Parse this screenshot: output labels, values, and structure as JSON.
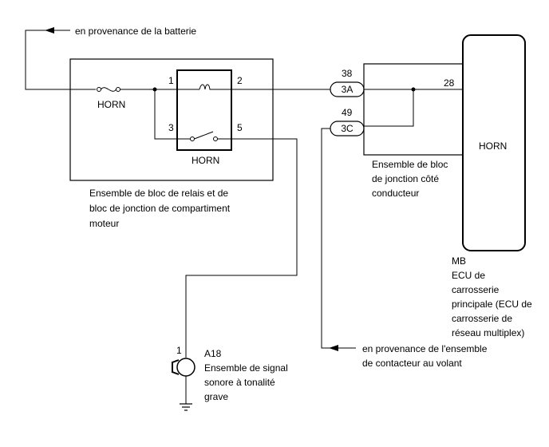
{
  "battery_label": "en provenance de la batterie",
  "fuse_label": "HORN",
  "relay_label": "HORN",
  "relay_pins": {
    "p1": "1",
    "p2": "2",
    "p3": "3",
    "p5": "5"
  },
  "engine_block_lines": [
    "Ensemble de bloc de relais et de",
    "bloc de jonction de compartiment",
    "moteur"
  ],
  "connector_3a": {
    "pin": "38",
    "name": "3A"
  },
  "connector_3c": {
    "pin": "49",
    "name": "3C"
  },
  "driver_block_lines": [
    "Ensemble de bloc",
    "de jonction côté",
    "conducteur"
  ],
  "ecu_pin": "28",
  "ecu_label": "HORN",
  "ecu_desc_lines": [
    "MB",
    "ECU de",
    "carrosserie",
    "principale (ECU de",
    "carrosserie de",
    "réseau multiplex)"
  ],
  "switch_lines": [
    "en provenance de l'ensemble",
    "de contacteur au volant"
  ],
  "horn_pin": "1",
  "horn_lines": [
    "A18",
    "Ensemble de signal",
    "sonore à tonalité",
    "grave"
  ]
}
